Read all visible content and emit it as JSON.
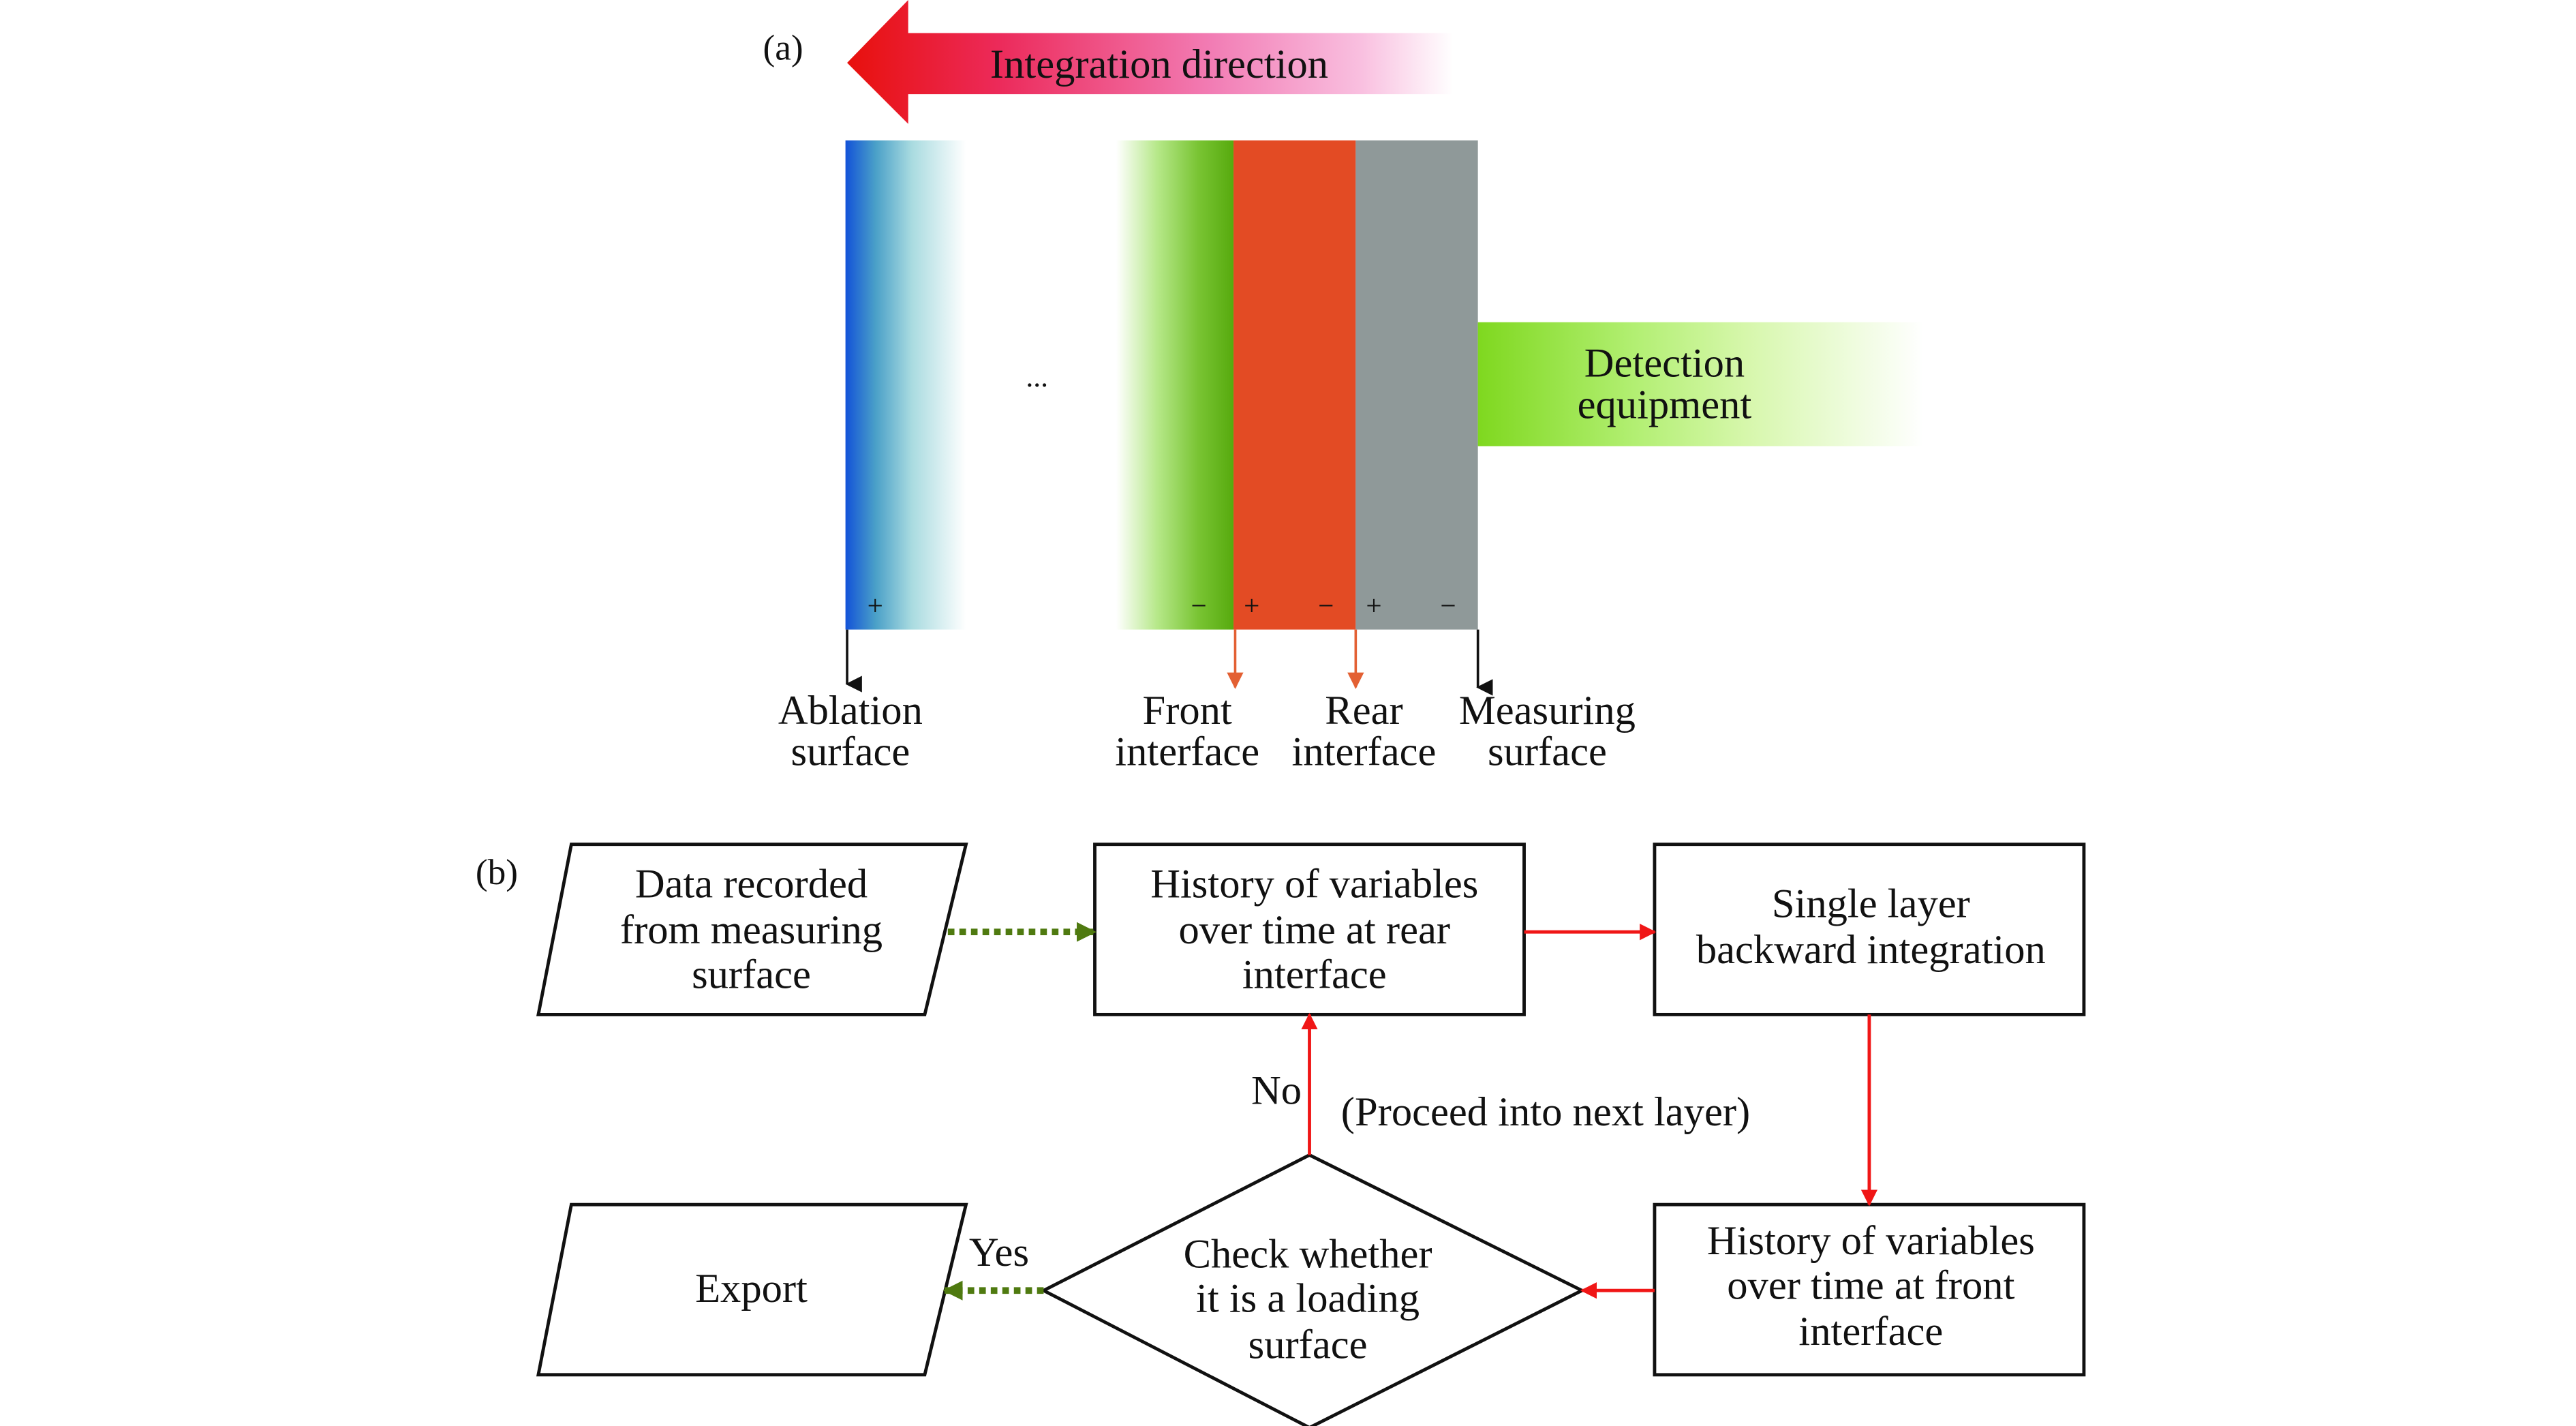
{
  "panel_a": {
    "label": "(a)",
    "integration_arrow": {
      "text": "Integration direction",
      "color_head": "#e8170f",
      "color_tail": "#f7b6d5"
    },
    "ellipsis": "...",
    "layers": [
      {
        "name": "ablation-layer",
        "color": "#1a5bd6",
        "sign_left": "+"
      },
      {
        "name": "front-layer",
        "color": "#5aad12",
        "sign_right": "−"
      },
      {
        "name": "middle-layer",
        "color": "#e34b24",
        "sign_left": "+",
        "sign_right": "−"
      },
      {
        "name": "measuring-layer",
        "color": "#8f9999",
        "sign_left": "+",
        "sign_right": "−"
      }
    ],
    "detection": {
      "line1": "Detection",
      "line2": "equipment",
      "color": "#86dd26"
    },
    "surface_labels": [
      {
        "line1": "Ablation",
        "line2": "surface",
        "arrow_color": "#111111"
      },
      {
        "line1": "Front",
        "line2": "interface",
        "arrow_color": "#e36033"
      },
      {
        "line1": "Rear",
        "line2": "interface",
        "arrow_color": "#e36033"
      },
      {
        "line1": "Measuring",
        "line2": "surface",
        "arrow_color": "#111111"
      }
    ]
  },
  "panel_b": {
    "label": "(b)",
    "nodes": {
      "data_recorded": [
        "Data recorded",
        "from measuring",
        "surface"
      ],
      "rear_history": [
        "History of variables",
        "over time at rear",
        "interface"
      ],
      "single_layer": [
        "Single layer",
        "backward integration"
      ],
      "front_history": [
        "History of variables",
        "over time at front",
        "interface"
      ],
      "check": [
        "Check whether",
        "it is a loading",
        "surface"
      ],
      "export": [
        "Export"
      ]
    },
    "edge_labels": {
      "no": "No",
      "proceed": "(Proceed into next layer)",
      "yes": "Yes"
    },
    "colors": {
      "flow": "#f01616",
      "dotted": "#4f7a10"
    }
  }
}
